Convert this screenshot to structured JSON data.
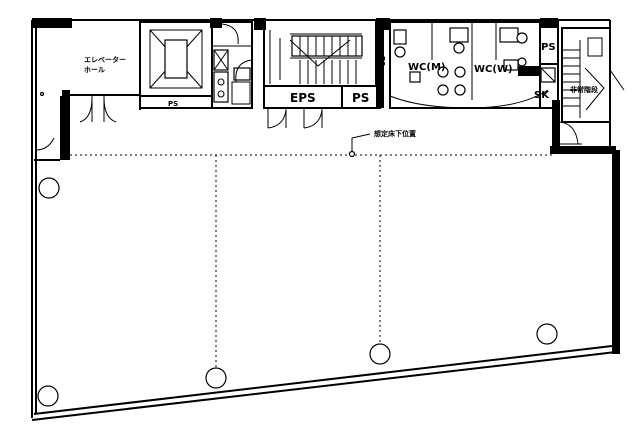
{
  "labels": {
    "elevator_hall_line1": "エレベーター",
    "elevator_hall_line2": "ホール",
    "ps_left": "PS",
    "eps": "EPS",
    "ps_center": "PS",
    "wc_men": "WC(M)",
    "wc_women": "WC(W)",
    "ps_right": "PS",
    "sk": "SK",
    "ps_wc": "PS",
    "ceiling_note": "想定床下位置",
    "stair_right": "非常階段"
  }
}
